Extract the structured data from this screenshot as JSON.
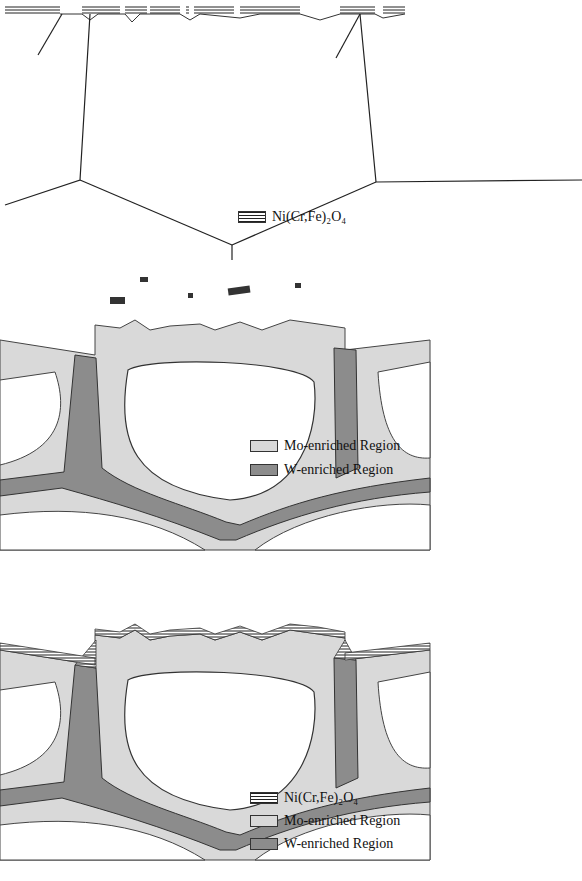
{
  "diagram": {
    "legend": [
      {
        "text": "Ni(Cr,Fe)₂O₄"
      },
      {
        "text": "Mo-enriched Region",
        "color": "#d9d9d9"
      },
      {
        "text": "W-enriched Region",
        "color": "#8c8c8c"
      },
      {
        "text": "Ni(Cr,Fe)₂O₄"
      },
      {
        "text": "Mo-enriched Region",
        "color": "#d9d9d9"
      },
      {
        "text": "W-enriched Region",
        "color": "#8c8c8c"
      }
    ]
  }
}
